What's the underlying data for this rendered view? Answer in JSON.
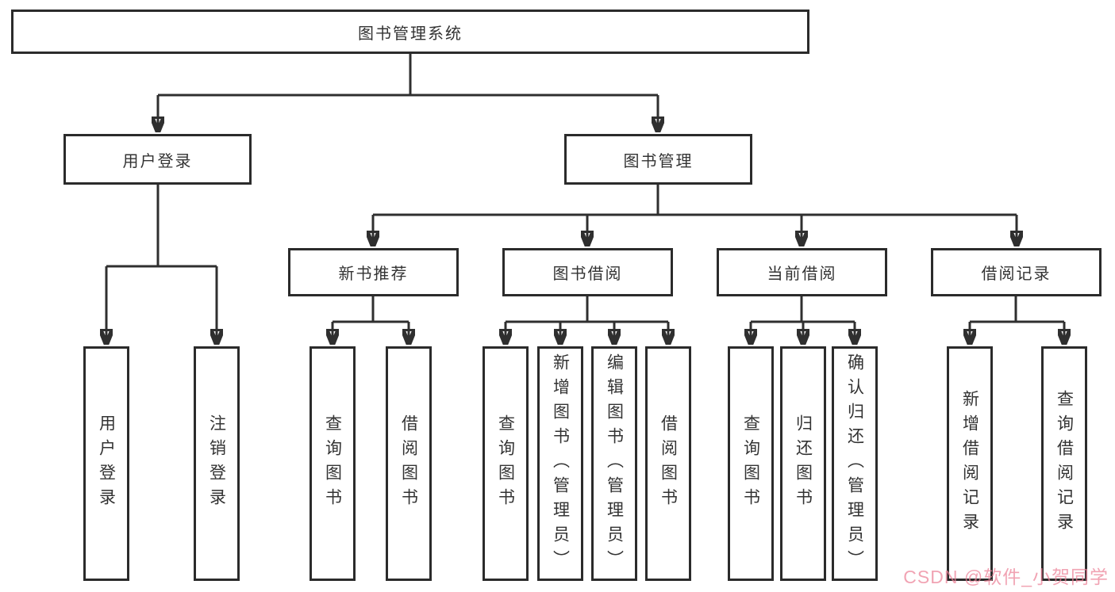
{
  "root": {
    "label": "图书管理系统"
  },
  "level2": {
    "user_login": {
      "label": "用户登录"
    },
    "book_management": {
      "label": "图书管理"
    }
  },
  "level3": {
    "new_books": {
      "label": "新书推荐"
    },
    "borrowing": {
      "label": "图书借阅"
    },
    "current": {
      "label": "当前借阅"
    },
    "records": {
      "label": "借阅记录"
    }
  },
  "level4": {
    "user_login": [
      "用户登录",
      "注销登录"
    ],
    "new_books": [
      "查询图书",
      "借阅图书"
    ],
    "borrowing": [
      "查询图书",
      "新增图书（管理员）",
      "编辑图书（管理员）",
      "借阅图书"
    ],
    "current": [
      "查询图书",
      "归还图书",
      "确认归还（管理员）"
    ],
    "records": [
      "新增借阅记录",
      "查询借阅记录"
    ]
  },
  "watermark": {
    "text": "CSDN @软件_小贺同学",
    "color": "#eb8096"
  },
  "colors": {
    "line": "#2f2f2f",
    "border": "#2b2b2b",
    "text": "#333333",
    "background": "#ffffff"
  }
}
